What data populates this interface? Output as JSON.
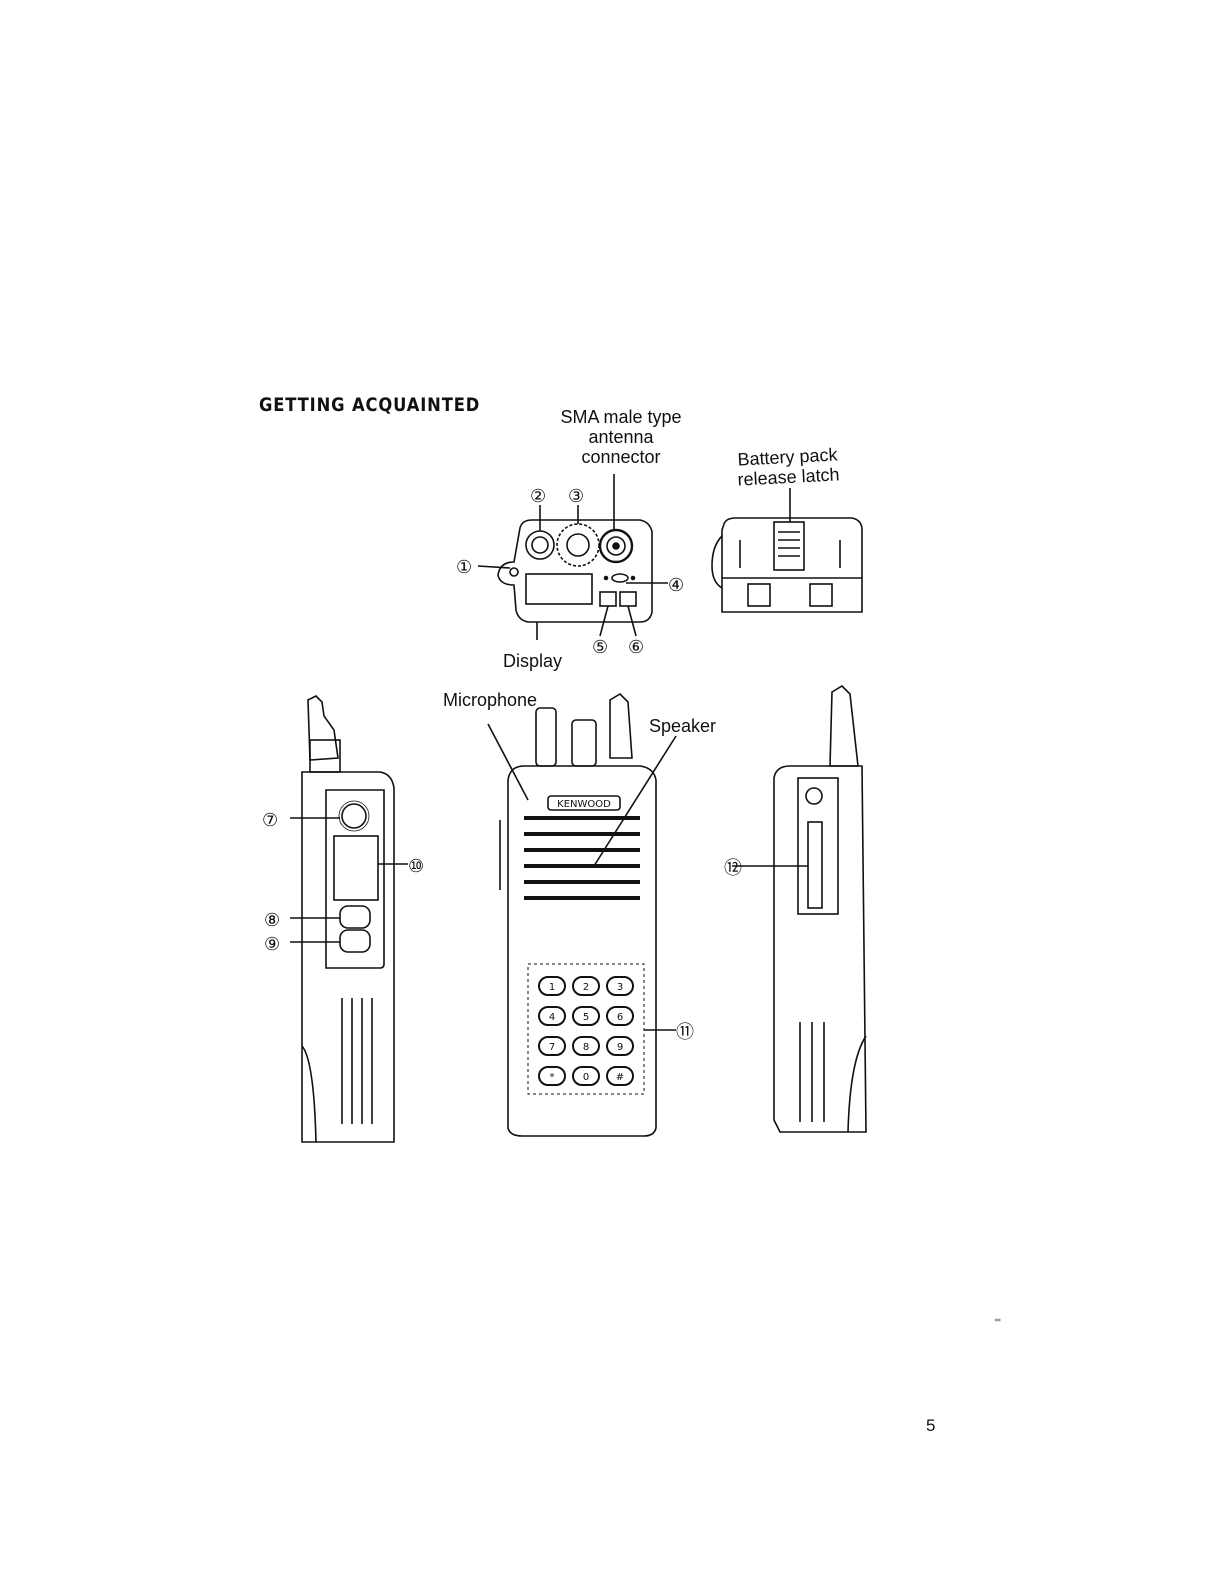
{
  "heading": "GETTING ACQUAINTED",
  "labels": {
    "antenna": [
      "SMA male type",
      "antenna",
      "connector"
    ],
    "latch": [
      "Battery pack",
      "release latch"
    ],
    "display": "Display",
    "microphone": "Microphone",
    "speaker": "Speaker"
  },
  "callouts": [
    "①",
    "②",
    "③",
    "④",
    "⑤",
    "⑥",
    "⑦",
    "⑧",
    "⑨",
    "⑩",
    "⑪",
    "⑫"
  ],
  "brand": "KENWOOD",
  "keypad": [
    "1",
    "2",
    "3",
    "4",
    "5",
    "6",
    "7",
    "8",
    "9",
    "*",
    "0",
    "#"
  ],
  "page_number": "5"
}
